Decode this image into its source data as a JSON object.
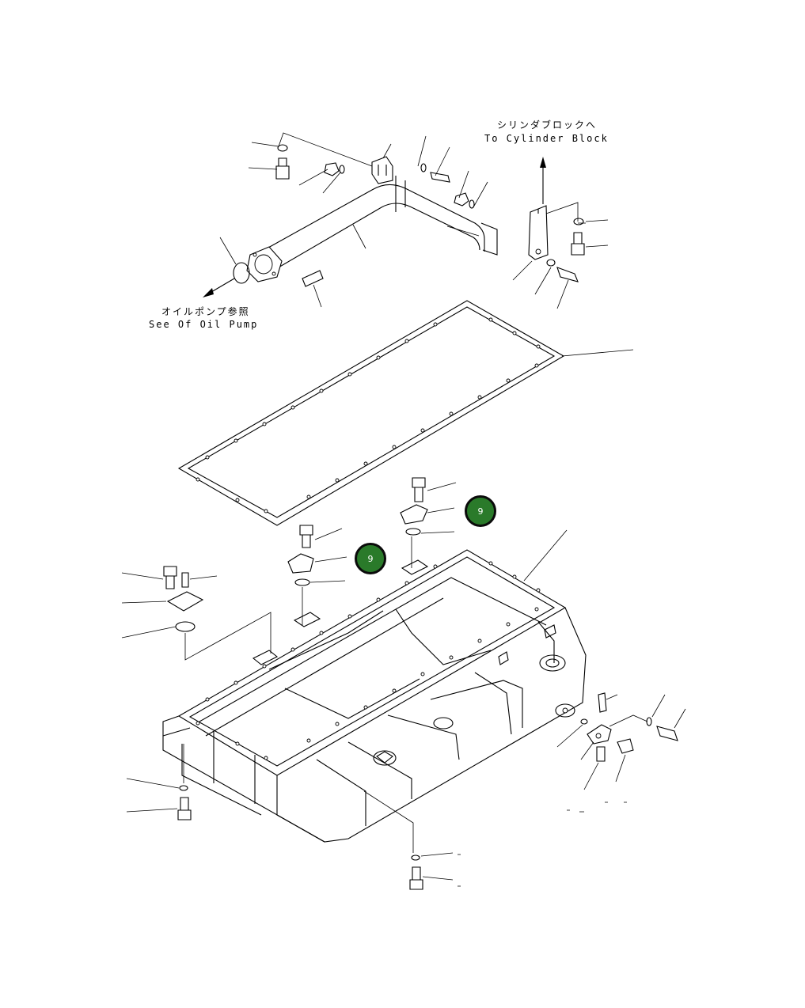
{
  "annotations": {
    "cylinder_block_jp": "シリンダブロックへ",
    "cylinder_block_en": "To Cylinder Block",
    "oil_pump_jp": "オイルポンプ参照",
    "oil_pump_en": "See Of Oil Pump"
  },
  "markers": [
    {
      "label": "9"
    },
    {
      "label": "9"
    }
  ],
  "colors": {
    "marker_fill": "#2a7a2a",
    "marker_border": "#0b0b0b",
    "line": "#000000"
  }
}
